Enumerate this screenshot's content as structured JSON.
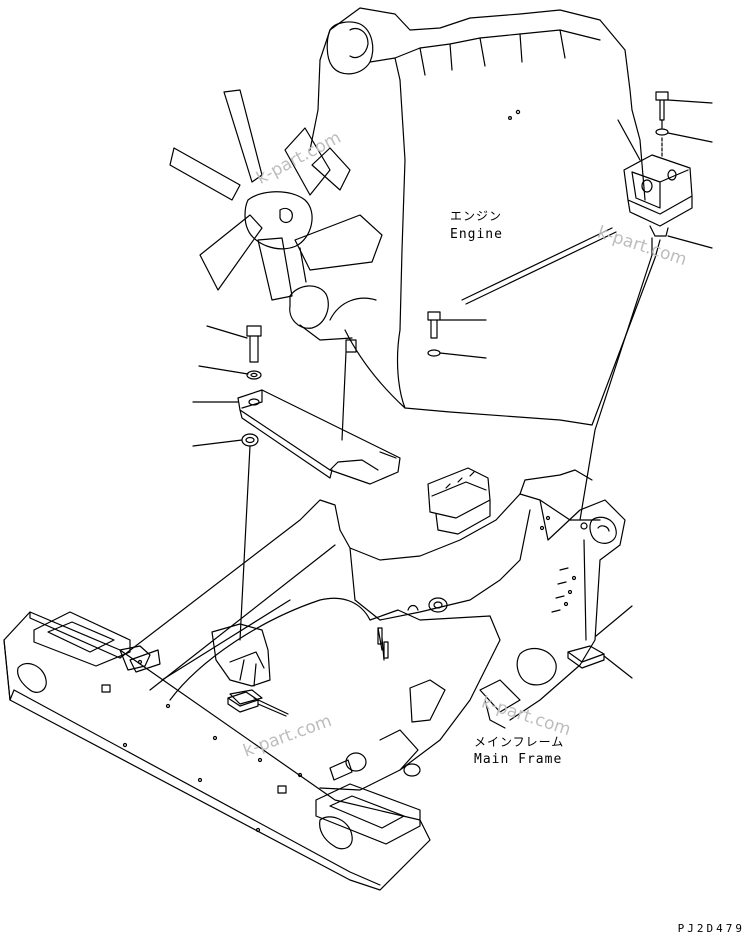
{
  "labels": {
    "engine_jp": "エンジン",
    "engine_en": "Engine",
    "main_frame_jp": "メインフレーム",
    "main_frame_en": "Main Frame"
  },
  "watermarks": [
    "k-part.com",
    "k-part.com",
    "k-part.com",
    "k-part.com"
  ],
  "drawing_code": "PJ2D479",
  "colors": {
    "line": "#000000",
    "watermark": "#bdbdbd",
    "background": "#ffffff"
  }
}
